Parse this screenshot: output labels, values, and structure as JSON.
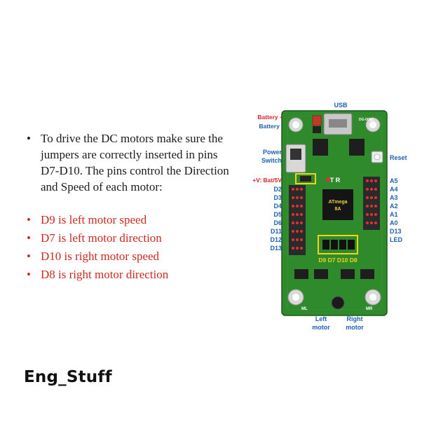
{
  "bullets": {
    "intro": "To drive the DC motors make sure the jumpers are correctly inserted in pins D7-D10. The pins control the Direction and Speed of each motor:",
    "items": [
      "D9 is left motor speed",
      "D7 is left motor direction",
      "D10 is right motor speed",
      "D8 is right motor direction"
    ],
    "bullet_glyph": "•"
  },
  "footer": {
    "text": "Eng_Stuff"
  },
  "board": {
    "labels": {
      "usb": "USB",
      "battery_plus": "Battery +",
      "battery_minus": "Battery -",
      "power": "Power",
      "switch": "Switch",
      "reset": "Reset",
      "v_bat": "+V: Bat/5V",
      "d13_right": "D13",
      "led": "LED",
      "left_motor_1": "Left",
      "left_motor_2": "motor",
      "right_motor_1": "Right",
      "right_motor_2": "motor",
      "jumper_pins": "D9  D7  D10  D8",
      "chip_1": "ATmega",
      "chip_2": "8A",
      "tr": "T  R",
      "board_id": "DG-008Z",
      "ml": "ML",
      "mr": "MR"
    },
    "left_pins": [
      "D2",
      "D3",
      "D4",
      "D5",
      "D6",
      "D11",
      "D12",
      "D13"
    ],
    "right_pins": [
      "A5",
      "A4",
      "A3",
      "A2",
      "A1",
      "A0"
    ],
    "colors": {
      "pcb": "#2f8a2c",
      "red_label": "#d4262a",
      "blue_label": "#1d5fb0",
      "highlight": "#f3d21a",
      "bullet_red": "#cc2a1f"
    }
  }
}
